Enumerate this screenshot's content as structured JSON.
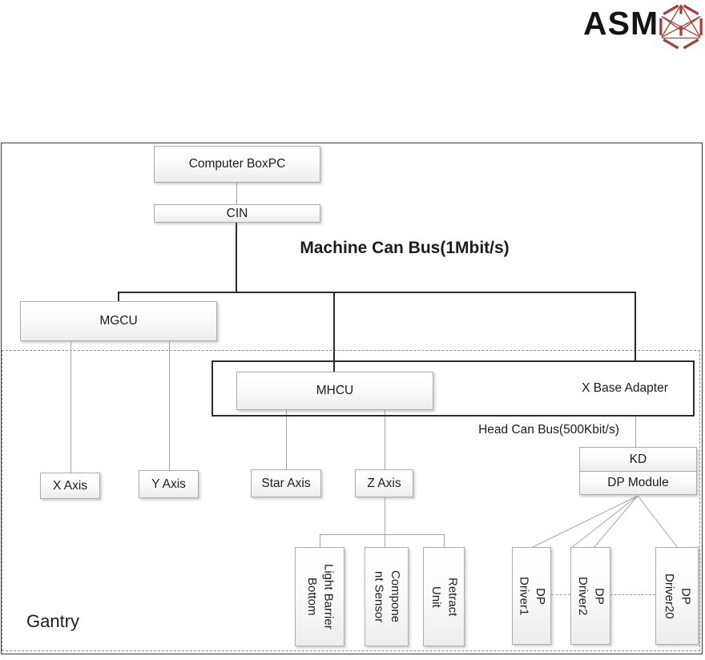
{
  "logo": {
    "text": "ASM"
  },
  "labels": {
    "machine_bus": "Machine Can Bus(1Mbit/s)",
    "head_bus": "Head Can Bus(500Kbit/s)",
    "x_base_adapter": "X Base Adapter",
    "gantry": "Gantry"
  },
  "nodes": {
    "computer": "Computer BoxPC",
    "cin": "CIN",
    "mgcu": "MGCU",
    "mhcu": "MHCU",
    "kd": "KD",
    "dp_module": "DP Module",
    "x_axis": "X Axis",
    "y_axis": "Y Axis",
    "star_axis": "Star Axis",
    "z_axis": "Z Axis",
    "light_barrier_bottom": "Light Barrier\nBottom",
    "component_sensor": "Compone\nnt Sensor",
    "retract_unit": "Retract\nUnit",
    "dp_driver1": "DP\nDriver1",
    "dp_driver2": "DP\nDriver2",
    "dp_driver20": "DP\nDriver20"
  },
  "colors": {
    "logo_red": "#a5403a",
    "bus_line": "#2b2b2b",
    "connector_gray": "#a6a6a6"
  }
}
